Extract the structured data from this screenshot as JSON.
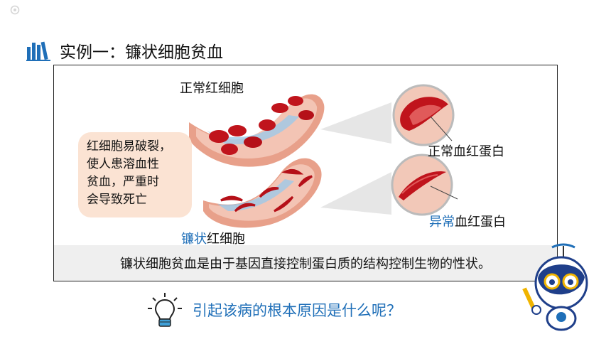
{
  "logo": {
    "icon": "brand-logo-icon"
  },
  "header": {
    "title": "实例一：镰状细胞贫血",
    "icon": "books-icon"
  },
  "figure": {
    "normal_cells_label": "正常红细胞",
    "sickle_cells_label_part1": "镰状",
    "sickle_cells_label_part2": "红细胞",
    "normal_hemoglobin_label": "正常血红蛋白",
    "abnormal_hemoglobin_label_part1": "异常",
    "abnormal_hemoglobin_label_part2": "血红蛋白",
    "bubble_lines": [
      "红细胞易破裂，",
      "使人患溶血性",
      "贫血，严重时",
      "会导致死亡"
    ]
  },
  "summary": "镰状细胞贫血是由于基因直接控制蛋白质的结构控制生物的性状。",
  "question": {
    "text": "引起该病的根本原因是什么呢？",
    "icon": "lightbulb-icon"
  },
  "mascot": {
    "icon": "robot-mascot-icon"
  },
  "colors": {
    "accent_blue": "#1f6fb8",
    "bubble_bg": "#fbe3d3",
    "blood_red": "#c0141c",
    "vessel_pink": "#e8a08a"
  }
}
